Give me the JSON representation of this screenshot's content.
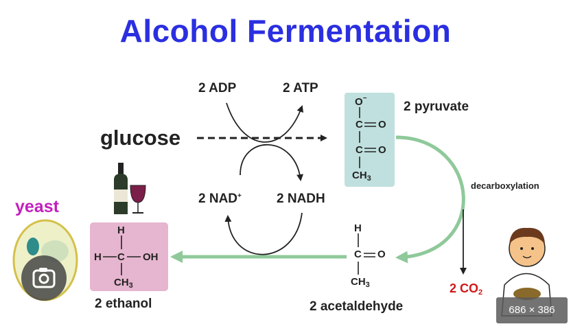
{
  "title": "Alcohol Fermentation",
  "colors": {
    "title": "#2b2fe0",
    "yeast": "#c21fbd",
    "co2": "#d01818",
    "pyruvate_box": "#bfe0de",
    "ethanol_box": "#e6b5cf",
    "green_arrow": "#8fc99a",
    "dark": "#222222"
  },
  "labels": {
    "glucose": "glucose",
    "adp": "2 ADP",
    "atp": "2 ATP",
    "nad": "2 NAD",
    "nad_charge": "+",
    "nadh": "2 NADH",
    "pyruvate": "2 pyruvate",
    "decarboxylation": "decarboxylation",
    "co2_main": "2 CO",
    "co2_sub": "2",
    "acetaldehyde": "2 acetaldehyde",
    "ethanol": "2 ethanol",
    "yeast": "yeast"
  },
  "pyruvate_structure": {
    "o_minus": "O",
    "minus": "−",
    "c1": "C",
    "o1": "O",
    "c2": "C",
    "o2": "O",
    "ch": "CH",
    "ch_sub": "3"
  },
  "acetaldehyde_structure": {
    "h": "H",
    "c": "C",
    "o": "O",
    "ch": "CH",
    "ch_sub": "3"
  },
  "ethanol_structure": {
    "h_top": "H",
    "h_left": "H",
    "c": "C",
    "oh": "OH",
    "ch": "CH",
    "ch_sub": "3"
  },
  "overlay": {
    "image_size": "686 × 386"
  }
}
